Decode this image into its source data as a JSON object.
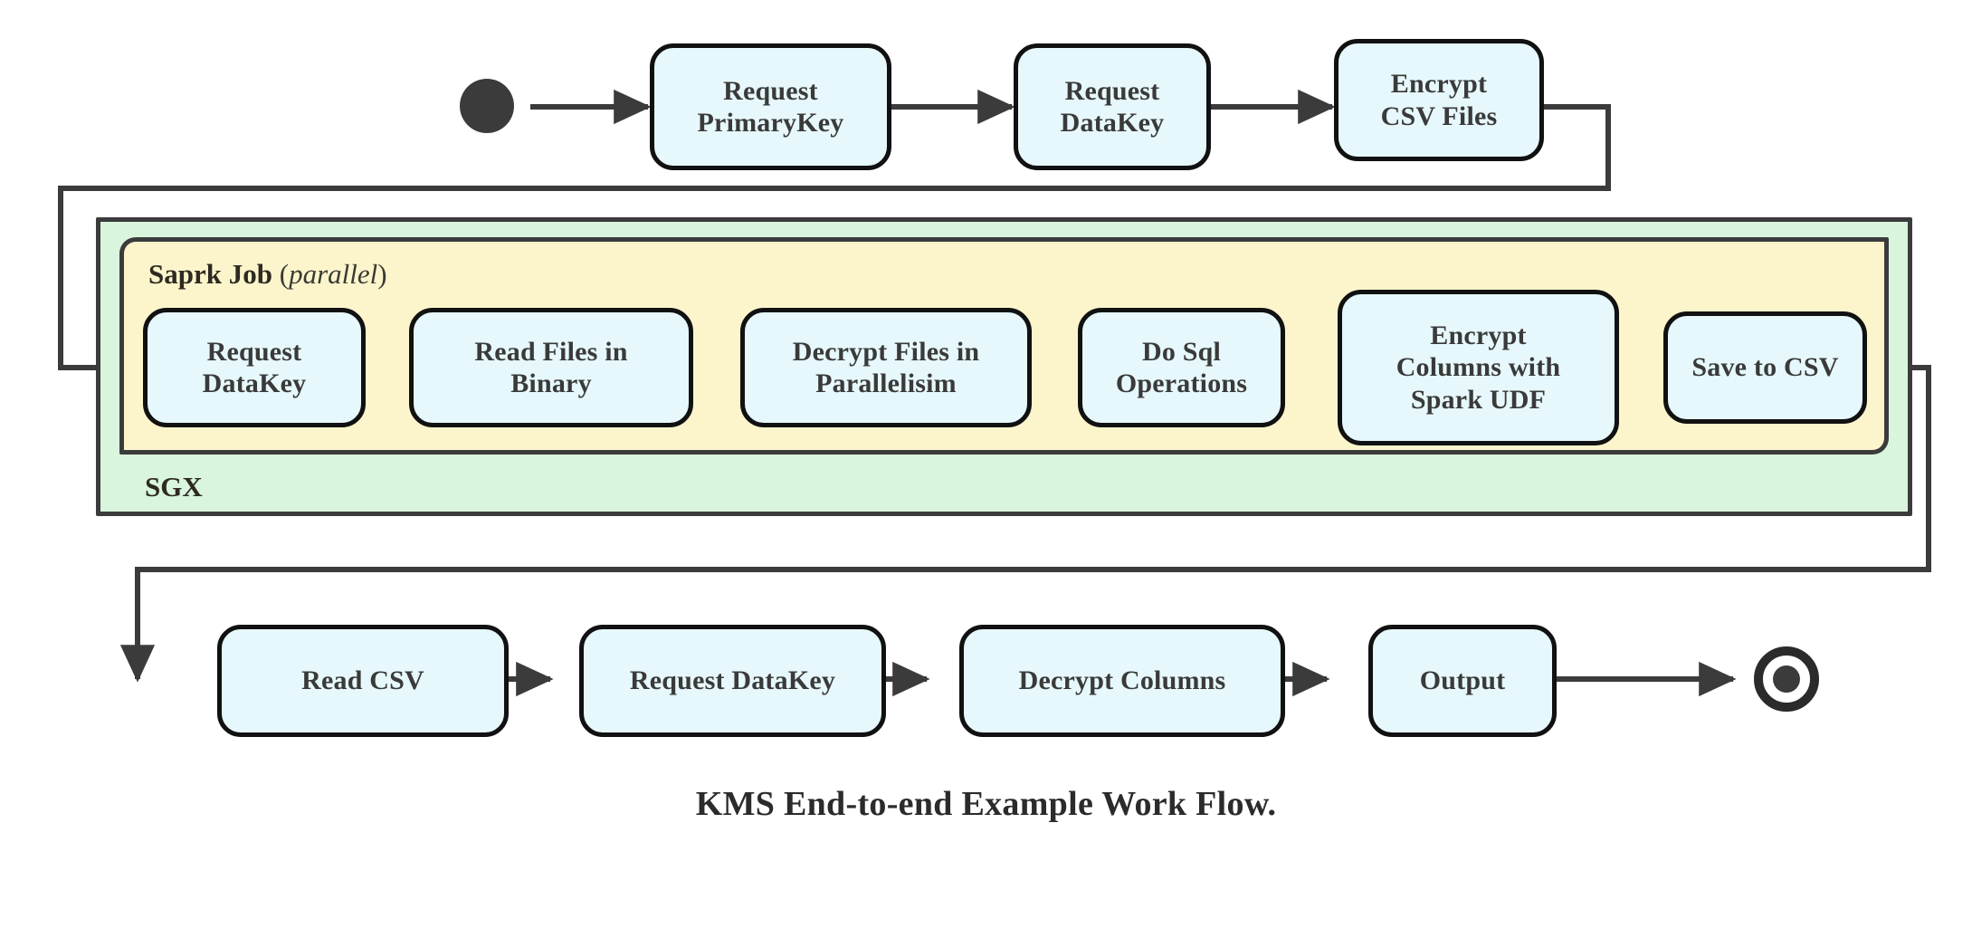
{
  "diagram": {
    "caption": "KMS End-to-end Example Work Flow.",
    "colors": {
      "node_fill": "#e6f8fb",
      "node_stroke": "#111111",
      "sgx_fill": "#d9f5dd",
      "spark_fill": "#fcf5cc",
      "container_stroke": "#3b3b3b",
      "edge_stroke": "#3b3b3b",
      "text": "#3a3a3a",
      "background": "#ffffff"
    },
    "start_node": {
      "name": "start",
      "shape": "filled-circle"
    },
    "end_node": {
      "name": "end",
      "shape": "ring-with-filled-circle"
    },
    "containers": [
      {
        "id": "sgx",
        "label": "SGX",
        "label_position": "bottom-left",
        "fill": "#d9f5dd"
      },
      {
        "id": "spark",
        "label": "Saprk Job",
        "label_suffix_open": "(",
        "label_suffix_italic": "parallel",
        "label_suffix_close": ")",
        "label_position": "top-left",
        "fill": "#fcf5cc"
      }
    ],
    "rows": {
      "top": [
        {
          "id": "request-primarykey",
          "label": "Request\nPrimaryKey"
        },
        {
          "id": "request-datakey-top",
          "label": "Request\nDataKey"
        },
        {
          "id": "encrypt-csv-files",
          "label": "Encrypt\nCSV Files"
        }
      ],
      "spark": [
        {
          "id": "request-datakey-spark",
          "label": "Request\nDataKey"
        },
        {
          "id": "read-files-in-binary",
          "label": "Read Files in\nBinary"
        },
        {
          "id": "decrypt-files-in-parallelisim",
          "label": "Decrypt Files in\nParallelisim"
        },
        {
          "id": "do-sql-operations",
          "label": "Do Sql\nOperations"
        },
        {
          "id": "encrypt-columns-with-spark-udf",
          "label": "Encrypt\nColumns with\nSpark UDF"
        },
        {
          "id": "save-to-csv",
          "label": "Save to CSV"
        }
      ],
      "bottom": [
        {
          "id": "read-csv",
          "label": "Read CSV"
        },
        {
          "id": "request-datakey-bottom",
          "label": "Request DataKey"
        },
        {
          "id": "decrypt-columns",
          "label": "Decrypt Columns"
        },
        {
          "id": "output",
          "label": "Output"
        }
      ]
    },
    "edges": [
      {
        "from": "start",
        "to": "request-primarykey",
        "style": "straight"
      },
      {
        "from": "request-primarykey",
        "to": "request-datakey-top",
        "style": "straight"
      },
      {
        "from": "request-datakey-top",
        "to": "encrypt-csv-files",
        "style": "straight"
      },
      {
        "from": "encrypt-csv-files",
        "to": "request-datakey-spark",
        "style": "orthogonal-wrap-left"
      },
      {
        "from": "request-datakey-spark",
        "to": "read-files-in-binary",
        "style": "straight"
      },
      {
        "from": "read-files-in-binary",
        "to": "decrypt-files-in-parallelisim",
        "style": "straight"
      },
      {
        "from": "decrypt-files-in-parallelisim",
        "to": "do-sql-operations",
        "style": "straight"
      },
      {
        "from": "do-sql-operations",
        "to": "encrypt-columns-with-spark-udf",
        "style": "straight"
      },
      {
        "from": "encrypt-columns-with-spark-udf",
        "to": "save-to-csv",
        "style": "straight"
      },
      {
        "from": "save-to-csv",
        "to": "read-csv",
        "style": "orthogonal-wrap-right"
      },
      {
        "from": "read-csv",
        "to": "request-datakey-bottom",
        "style": "straight"
      },
      {
        "from": "request-datakey-bottom",
        "to": "decrypt-columns",
        "style": "straight"
      },
      {
        "from": "decrypt-columns",
        "to": "output",
        "style": "straight"
      },
      {
        "from": "output",
        "to": "end",
        "style": "straight"
      }
    ]
  }
}
